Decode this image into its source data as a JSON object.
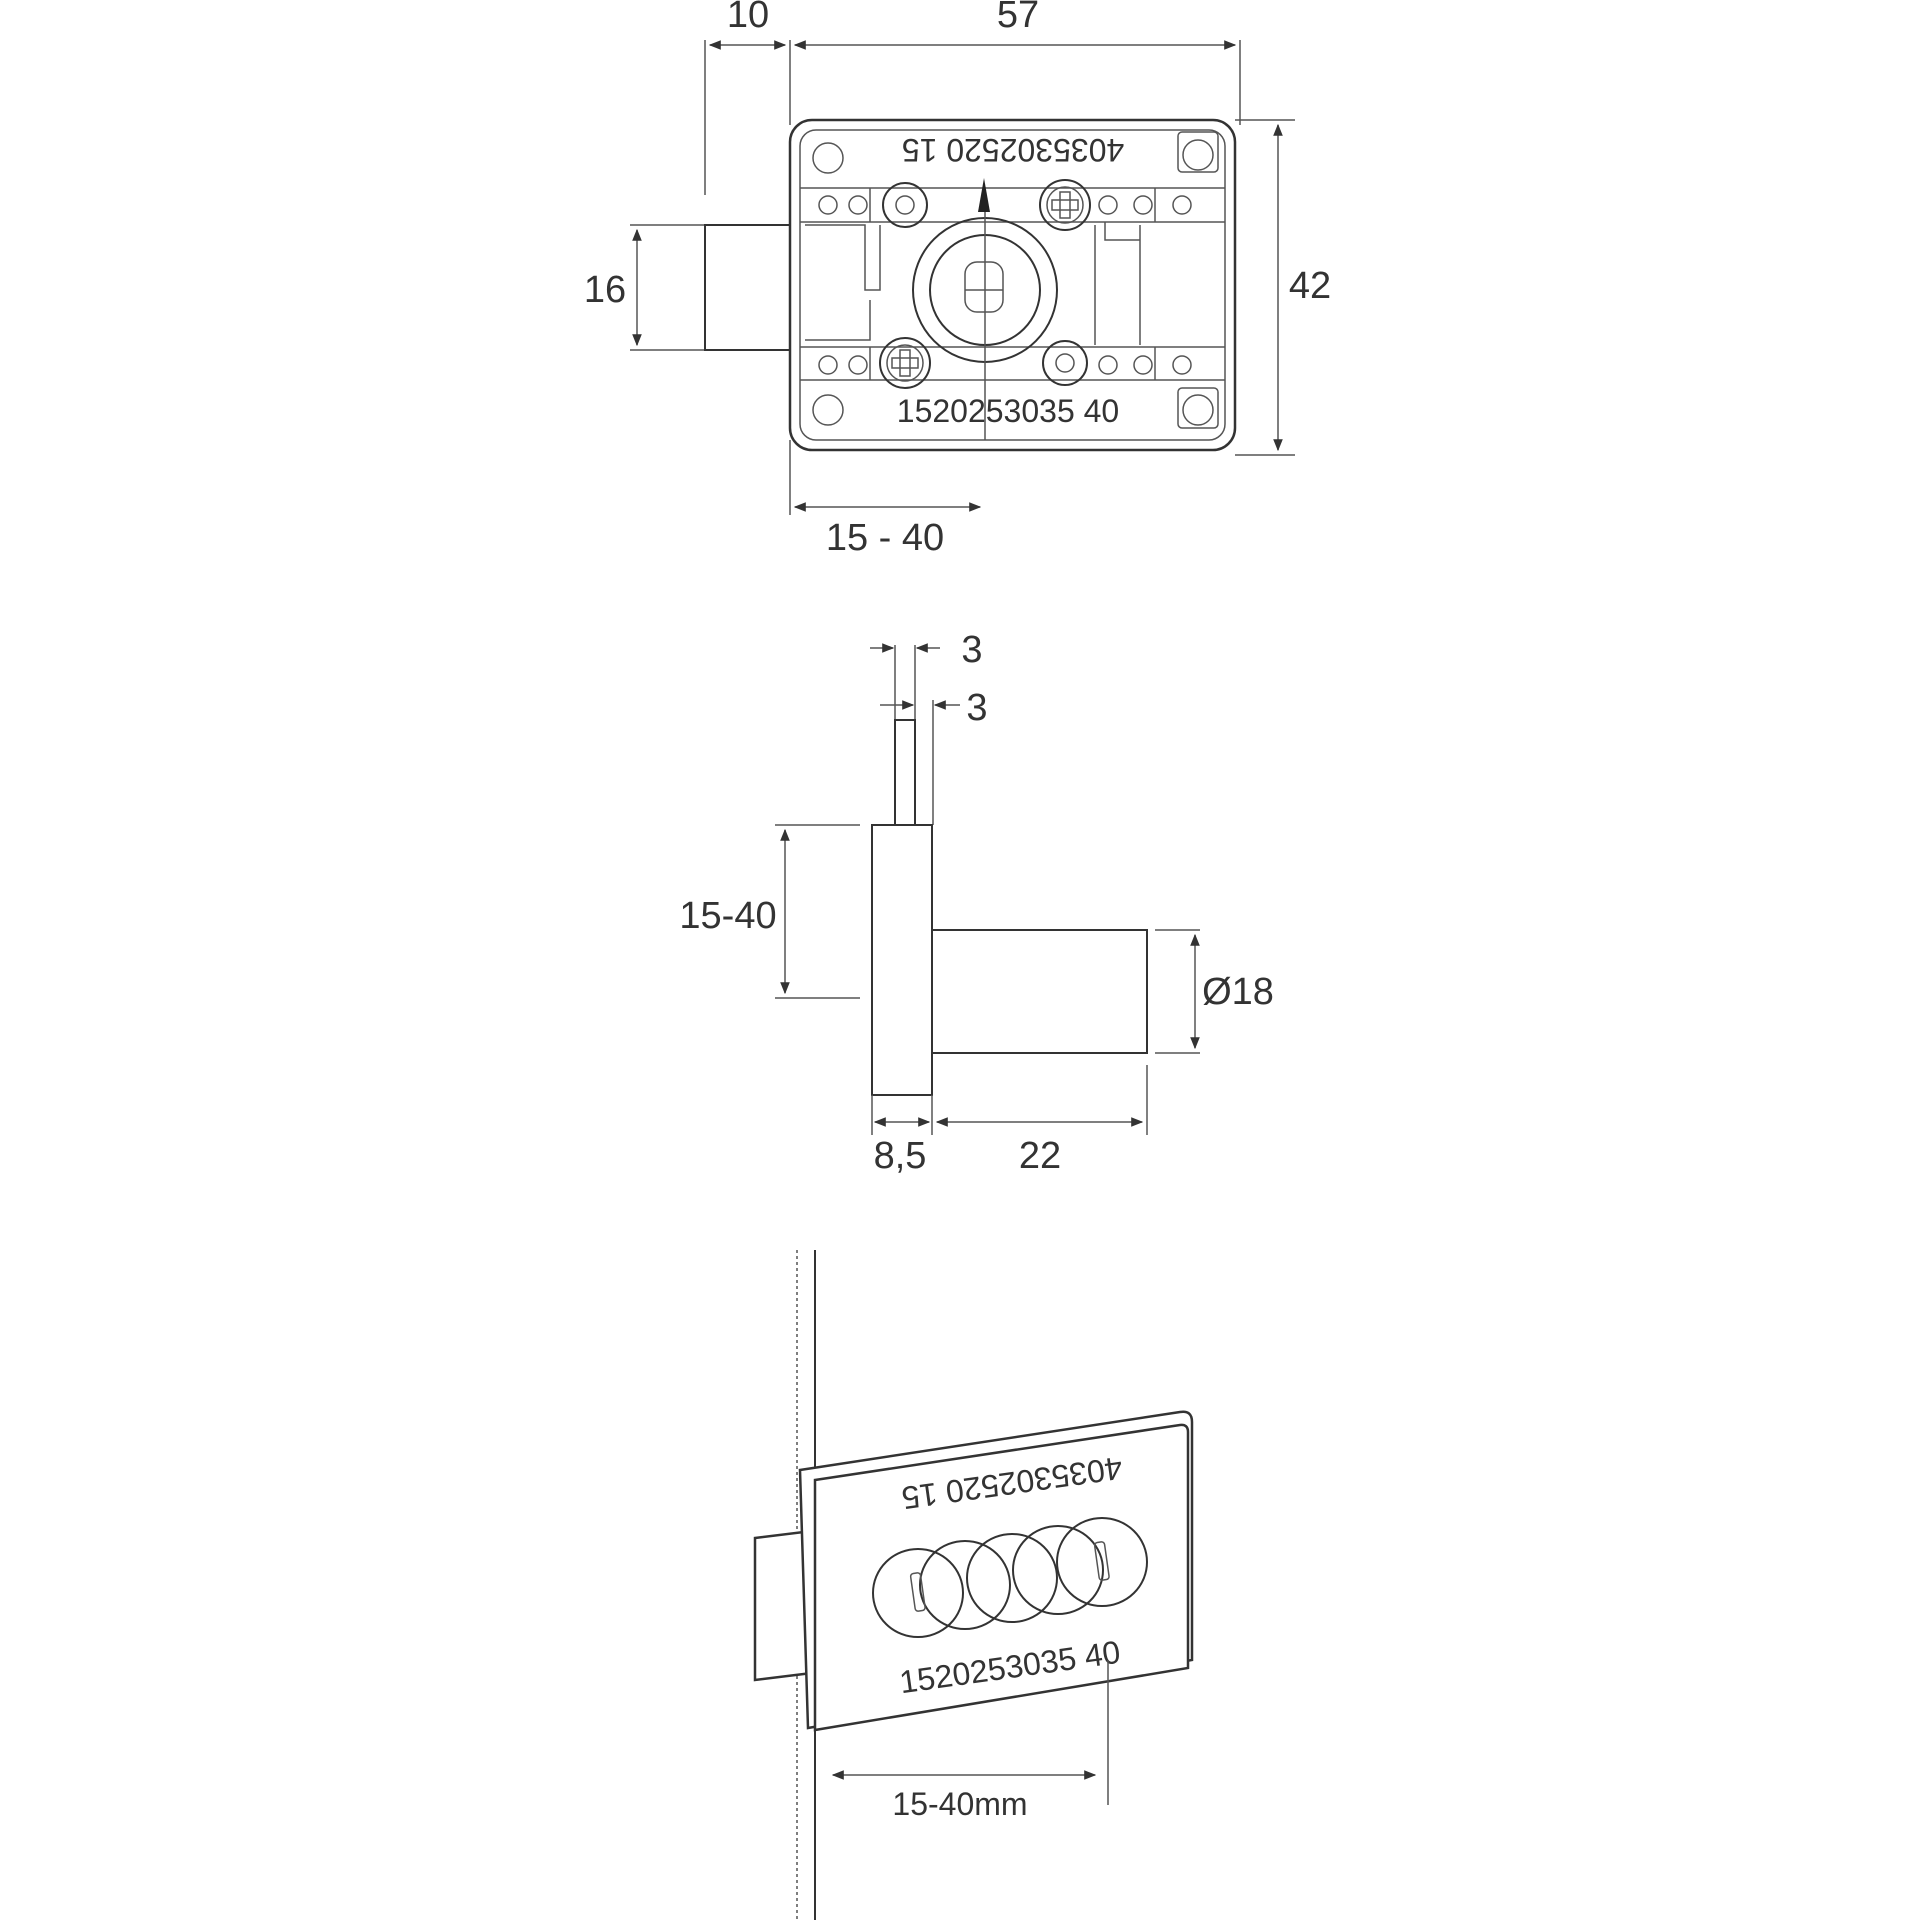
{
  "colors": {
    "line": "#333333",
    "background": "#ffffff"
  },
  "top_view": {
    "dim_top_left": "10",
    "dim_top_width": "57",
    "dim_left_bolt": "16",
    "dim_right_height": "42",
    "dim_bottom_range": "15 - 40",
    "scale_top": "4035302520 15",
    "scale_bottom": "1520253035 40"
  },
  "side_view": {
    "dim_3_upper": "3",
    "dim_3_lower": "3",
    "dim_range": "15-40",
    "dim_diameter": "Ø18",
    "dim_plate": "8,5",
    "dim_cylinder": "22"
  },
  "install_view": {
    "scale_top": "4035302520 15",
    "scale_bottom": "1520253035 40",
    "dim_range": "15-40mm"
  }
}
